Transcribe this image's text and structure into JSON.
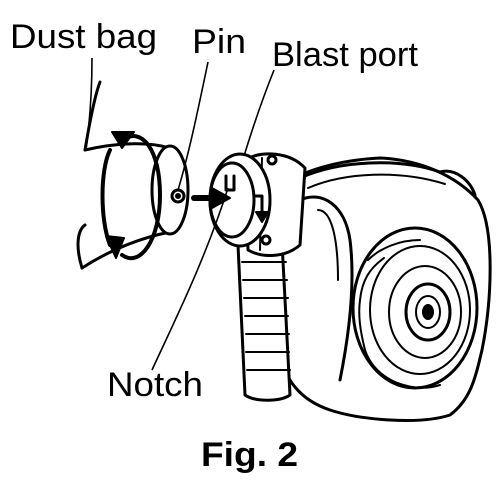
{
  "labels": {
    "dust_bag": "Dust bag",
    "pin": "Pin",
    "blast_port": "Blast port",
    "notch": "Notch"
  },
  "caption": "Fig. 2",
  "colors": {
    "ink": "#000000",
    "paper": "#ffffff"
  }
}
